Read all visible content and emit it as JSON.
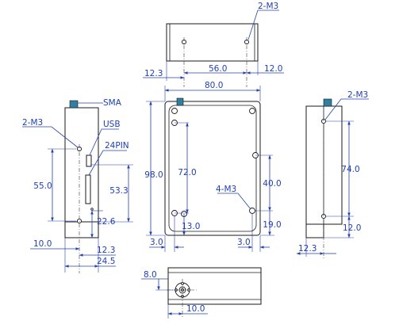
{
  "top_view": {
    "note_holes": "2-M3",
    "dim_hole_spacing": "56.0",
    "dim_left_edge": "12.3",
    "dim_right_edge": "12.0"
  },
  "left_view": {
    "label_sma": "SMA",
    "label_usb": "USB",
    "label_24pin": "24PIN",
    "note_holes": "2-M3",
    "dim_55": "55.0",
    "dim_53_3": "53.3",
    "dim_22_6": "22.6",
    "dim_10": "10.0",
    "dim_12_3": "12.3",
    "dim_24_5": "24.5"
  },
  "front_view": {
    "dim_width": "80.0",
    "dim_height": "98.0",
    "dim_72": "72.0",
    "dim_40": "40.0",
    "note_holes": "4-M3",
    "dim_13": "13.0",
    "dim_19": "19.0",
    "dim_3_left": "3.0",
    "dim_3_right": "3.0"
  },
  "right_view": {
    "note_holes": "2-M3",
    "dim_74": "74.0",
    "dim_12": "12.0",
    "dim_12_3": "12.3"
  },
  "bottom_view": {
    "dim_8": "8.0",
    "dim_10": "10.0"
  },
  "colors": {
    "dimension": "#2340b4",
    "outline": "#1a1a1a",
    "connector": "#2f7fa0"
  }
}
